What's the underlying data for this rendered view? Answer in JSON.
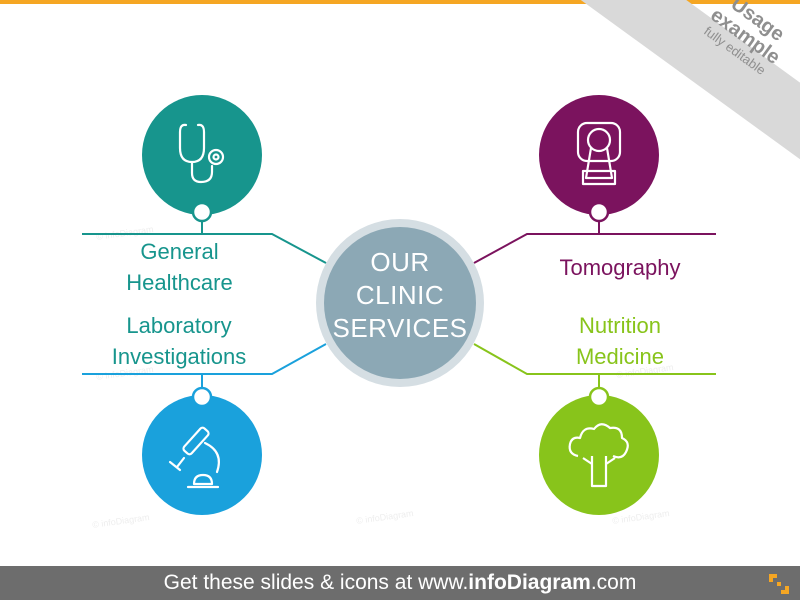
{
  "ribbon": {
    "line1": "Usage",
    "line2": "example",
    "line3": "fully editable"
  },
  "center": {
    "line1": "OUR",
    "line2": "CLINIC",
    "line3": "SERVICES"
  },
  "services": [
    {
      "line1": "General",
      "line2": "Healthcare",
      "color": "#17958d",
      "icon": "stethoscope-icon"
    },
    {
      "line1": "Tomography",
      "line2": "",
      "color": "#7b135e",
      "icon": "ct-scanner-icon"
    },
    {
      "line1": "Laboratory",
      "line2": "Investigations",
      "color": "#1aa1dc",
      "icon": "microscope-icon"
    },
    {
      "line1": "Nutrition",
      "line2": "Medicine",
      "color": "#88c41b",
      "icon": "broccoli-icon"
    }
  ],
  "colors": {
    "center_fill": "#8ca8b5",
    "center_ring": "#d5dee3",
    "accent": "#f5a623",
    "footer": "#6d6d6d"
  },
  "watermark": "© infoDiagram",
  "footer": {
    "prefix": "Get these slides & icons at www.",
    "brand": "infoDiagram",
    "suffix": ".com"
  }
}
